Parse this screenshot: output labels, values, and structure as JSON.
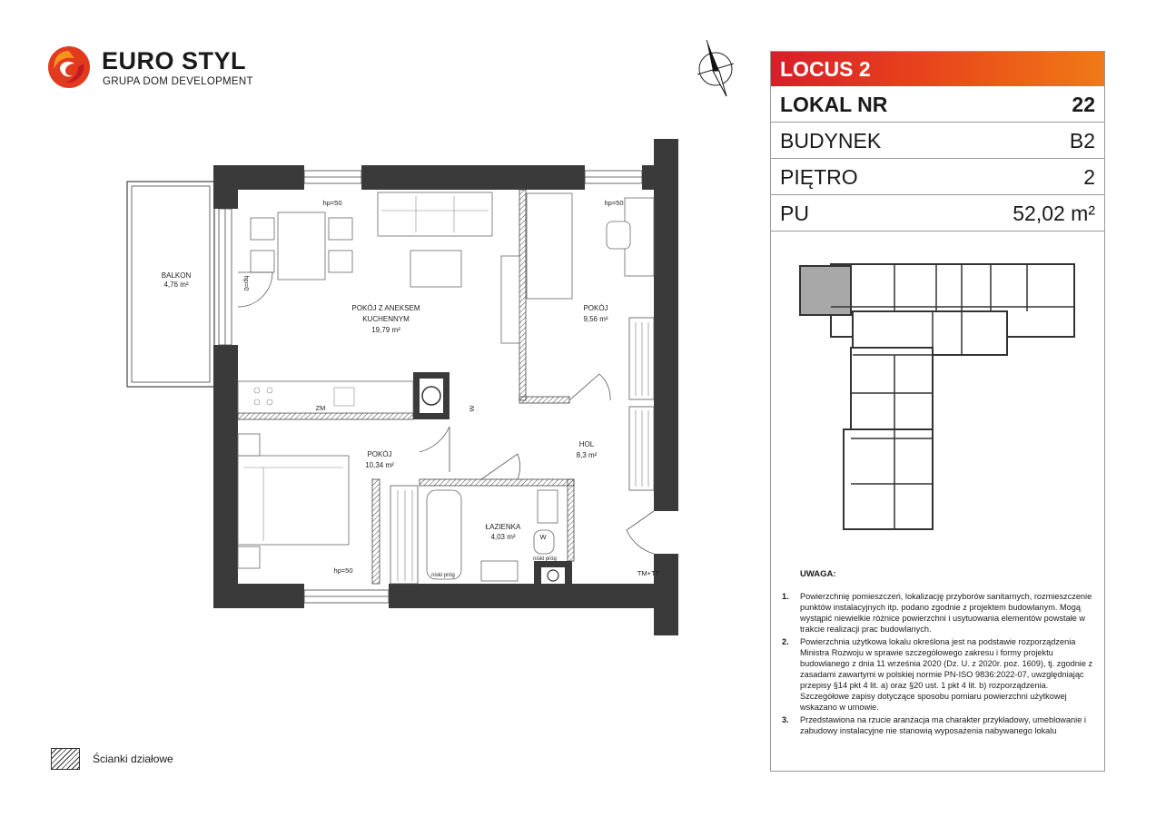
{
  "logo": {
    "name": "EURO STYL",
    "tagline": "GRUPA DOM DEVELOPMENT"
  },
  "colors": {
    "accent_start": "#d71e2a",
    "accent_end": "#f07a16",
    "wall": "#3a3a3a",
    "keyplan_highlight": "#a8a8a8"
  },
  "info": {
    "project": "LOCUS 2",
    "rows": [
      {
        "label": "LOKAL NR",
        "value": "22"
      },
      {
        "label": "BUDYNEK",
        "value": "B2"
      },
      {
        "label": "PIĘTRO",
        "value": "2"
      },
      {
        "label": "PU",
        "value": "52,02 m²"
      }
    ]
  },
  "notes": {
    "title": "UWAGA:",
    "items": [
      {
        "num": "1.",
        "text": "Powierzchnię pomieszczeń, lokalizację przyborów sanitarnych, rozmieszczenie punktów instalacyjnych itp. podano zgodnie z projektem budowlanym. Mogą wystąpić niewielkie różnice powierzchni i usytuowania elementów powstałe w trakcie realizacji prac budowlanych."
      },
      {
        "num": "2.",
        "text": "Powierzchnia użytkowa lokalu określona jest na podstawie rozporządzenia Ministra Rozwoju w sprawie szczegółowego zakresu i formy projektu budowlanego z dnia 11 września 2020 (Dz. U. z 2020r. poz. 1609), tj. zgodnie z zasadami zawartymi w polskiej normie PN-ISO 9836:2022-07, uwzględniając przepisy §14 pkt 4 lit. a) oraz §20 ust. 1 pkt 4 lit. b) rozporządzenia. Szczegółowe zapisy dotyczące sposobu pomiaru powierzchni użytkowej wskazano w umowie."
      },
      {
        "num": "3.",
        "text": "Przedstawiona na rzucie aranżacja ma charakter przykładowy, umeblowanie i zabudowy instalacyjne nie stanowią wyposażenia nabywanego lokalu"
      }
    ]
  },
  "plan": {
    "balkon_name": "BALKON",
    "balkon_area": "4,76 m²",
    "living_name1": "POKÓJ Z ANEKSEM",
    "living_name2": "KUCHENNYM",
    "living_area": "19,79 m²",
    "room2_name": "POKÓJ",
    "room2_area": "9,56 m²",
    "room1_name": "POKÓJ",
    "room1_area": "10,34 m²",
    "hall_name": "HOL",
    "hall_area": "8,3 m²",
    "bath_name": "ŁAZIENKA",
    "bath_area": "4,03 m²",
    "hp50": "hp=50",
    "hp0": "hp=0",
    "zm": "ZM",
    "w": "W",
    "tmtt": "TM+TT",
    "niski_prog": "niski próg"
  },
  "legend": {
    "label": "Ścianki działowe"
  }
}
